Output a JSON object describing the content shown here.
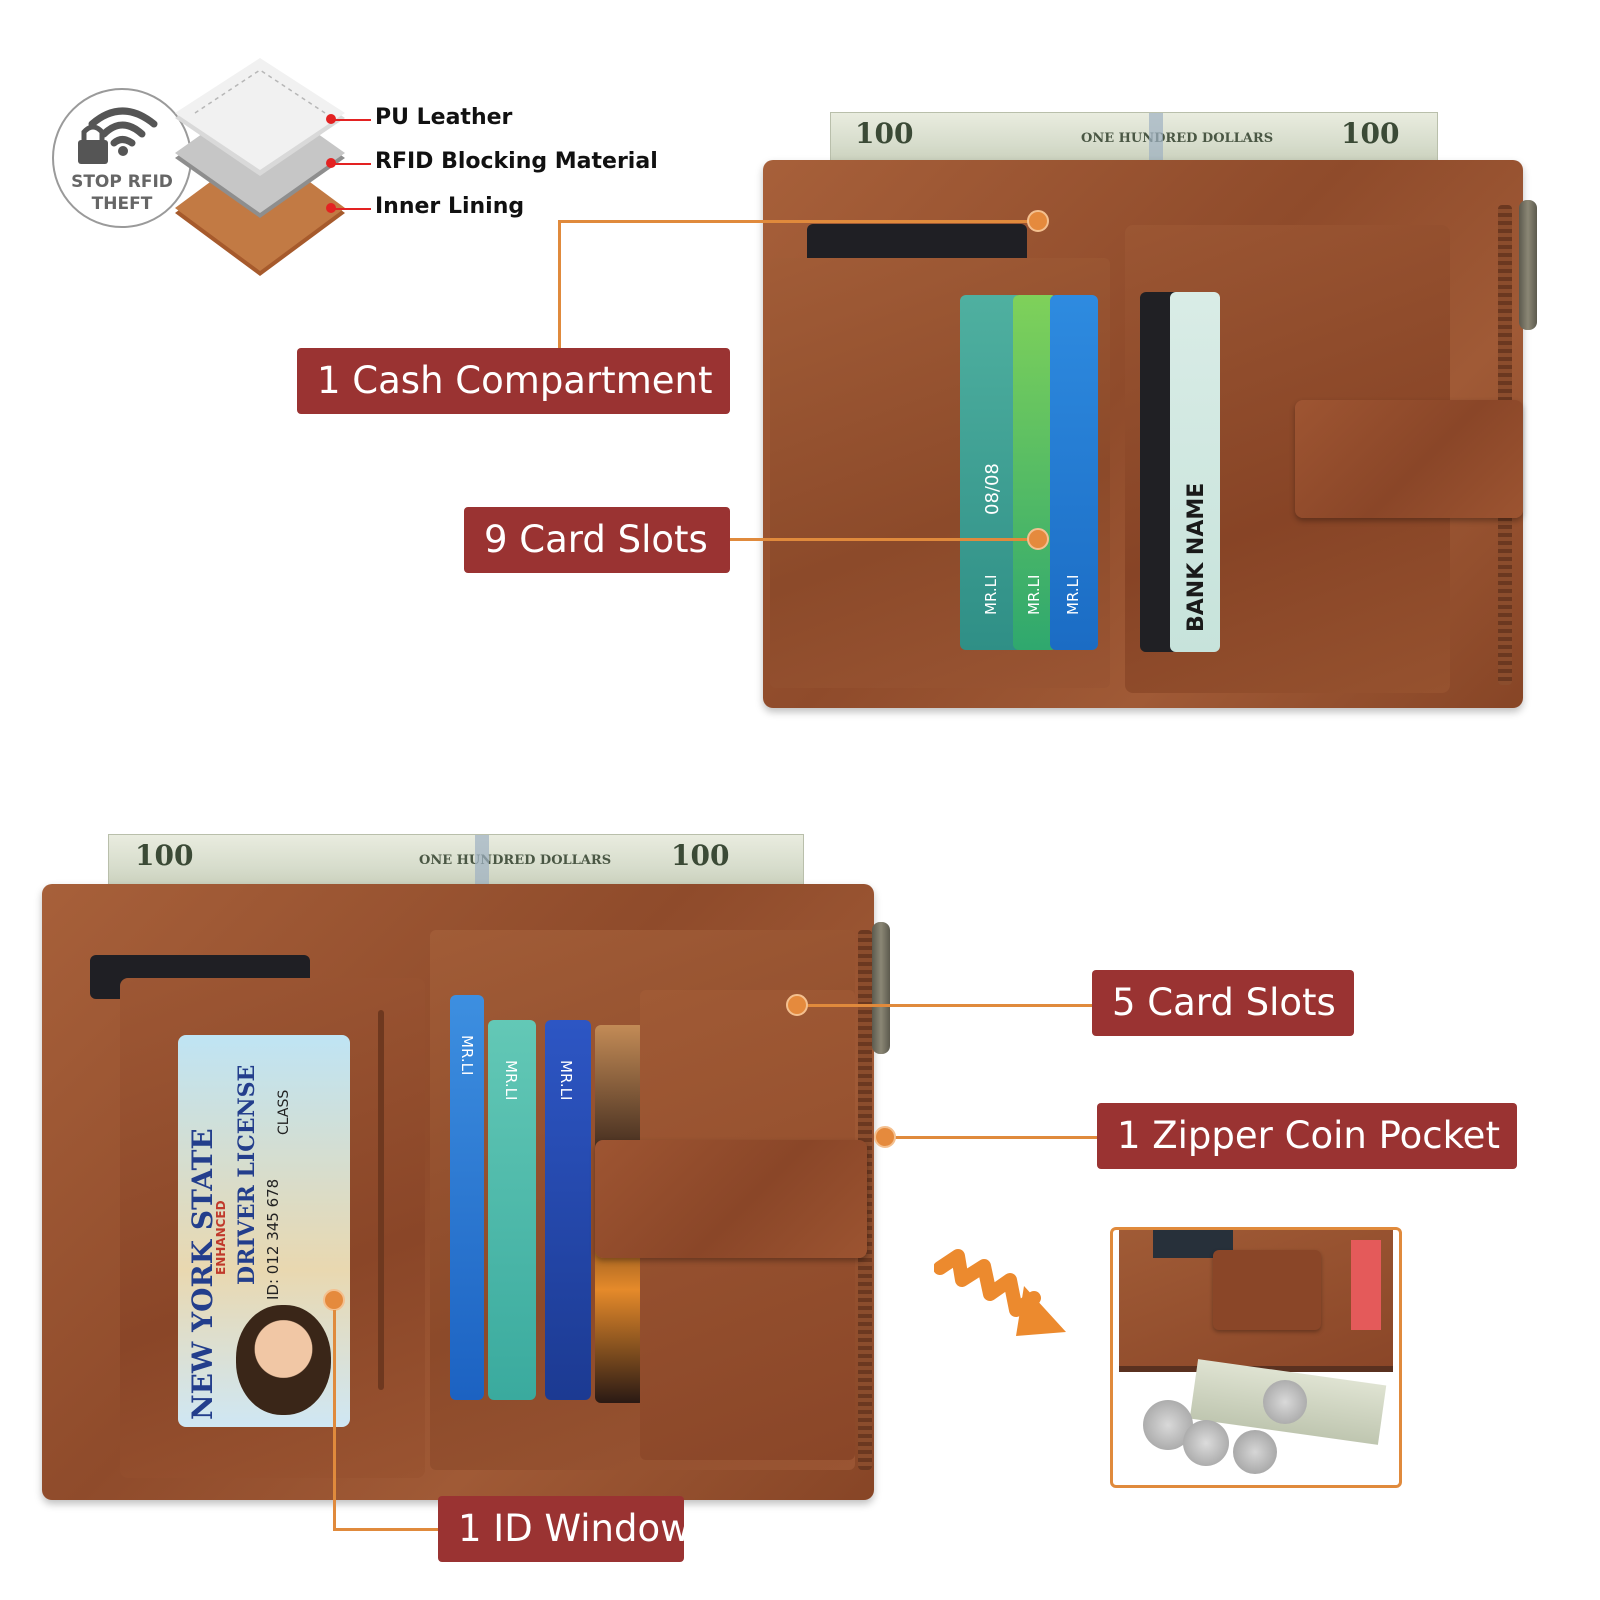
{
  "rfid_badge": {
    "line1": "STOP RFID",
    "line2": "THEFT",
    "icon": "lock-wifi-icon"
  },
  "materials": [
    {
      "label": "PU Leather"
    },
    {
      "label": "RFID Blocking Material"
    },
    {
      "label": "Inner Lining"
    }
  ],
  "callouts": {
    "cash": "1 Cash Compartment",
    "card9": "9 Card Slots",
    "card5": "5 Card Slots",
    "zipper": "1 Zipper Coin Pocket",
    "id_window": "1 ID Window"
  },
  "bill": {
    "denomination": "100",
    "text": "ONE HUNDRED DOLLARS"
  },
  "cards": {
    "holder": "MR.LI",
    "bank": "BANK NAME",
    "expiry": "08/08"
  },
  "id_card": {
    "state": "NEW YORK STATE",
    "title": "DRIVER LICENSE",
    "enhanced": "ENHANCED",
    "id_line": "ID: 012 345 678",
    "klass": "CLASS"
  },
  "colors": {
    "label_bg": "#9a3332",
    "leader": "#e08a3c",
    "material_marker": "#e32222"
  }
}
